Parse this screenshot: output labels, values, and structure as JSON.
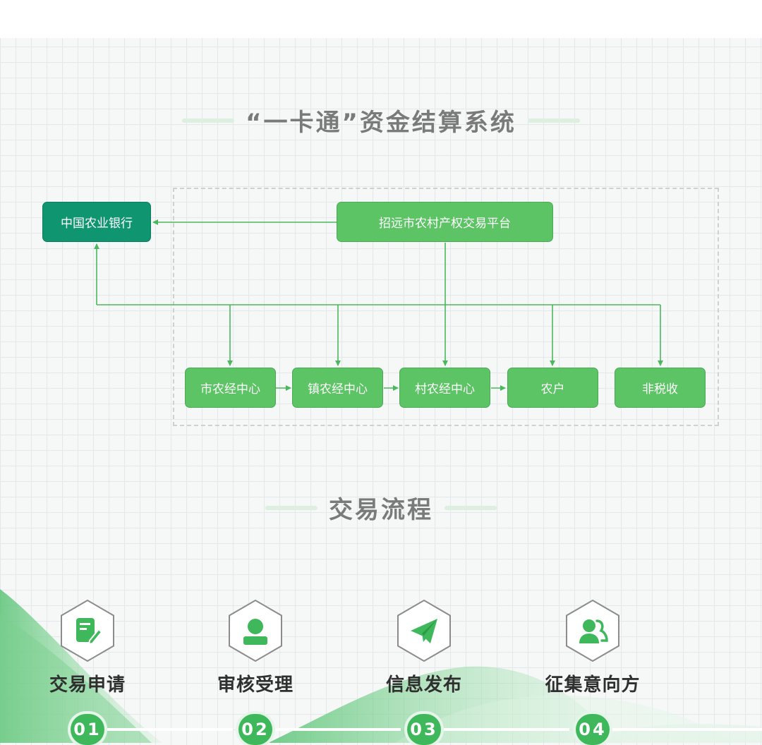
{
  "section1": {
    "title": "“一卡通”资金结算系统"
  },
  "diagram": {
    "bank": "中国农业银行",
    "platform": "招远市农村产权交易平台",
    "nodes": [
      "市农经中心",
      "镇农经中心",
      "村农经中心",
      "农户",
      "非税收"
    ]
  },
  "section2": {
    "title": "交易流程"
  },
  "steps": [
    {
      "label": "交易申请",
      "num": "01",
      "icon": "document-edit-icon"
    },
    {
      "label": "审核受理",
      "num": "02",
      "icon": "user-icon"
    },
    {
      "label": "信息发布",
      "num": "03",
      "icon": "paper-plane-icon"
    },
    {
      "label": "征集意向方",
      "num": "04",
      "icon": "users-icon"
    }
  ],
  "colors": {
    "accent": "#5dc466",
    "bank": "#0f9670",
    "title": "#7a7a7a",
    "line": "#4cb85e"
  }
}
